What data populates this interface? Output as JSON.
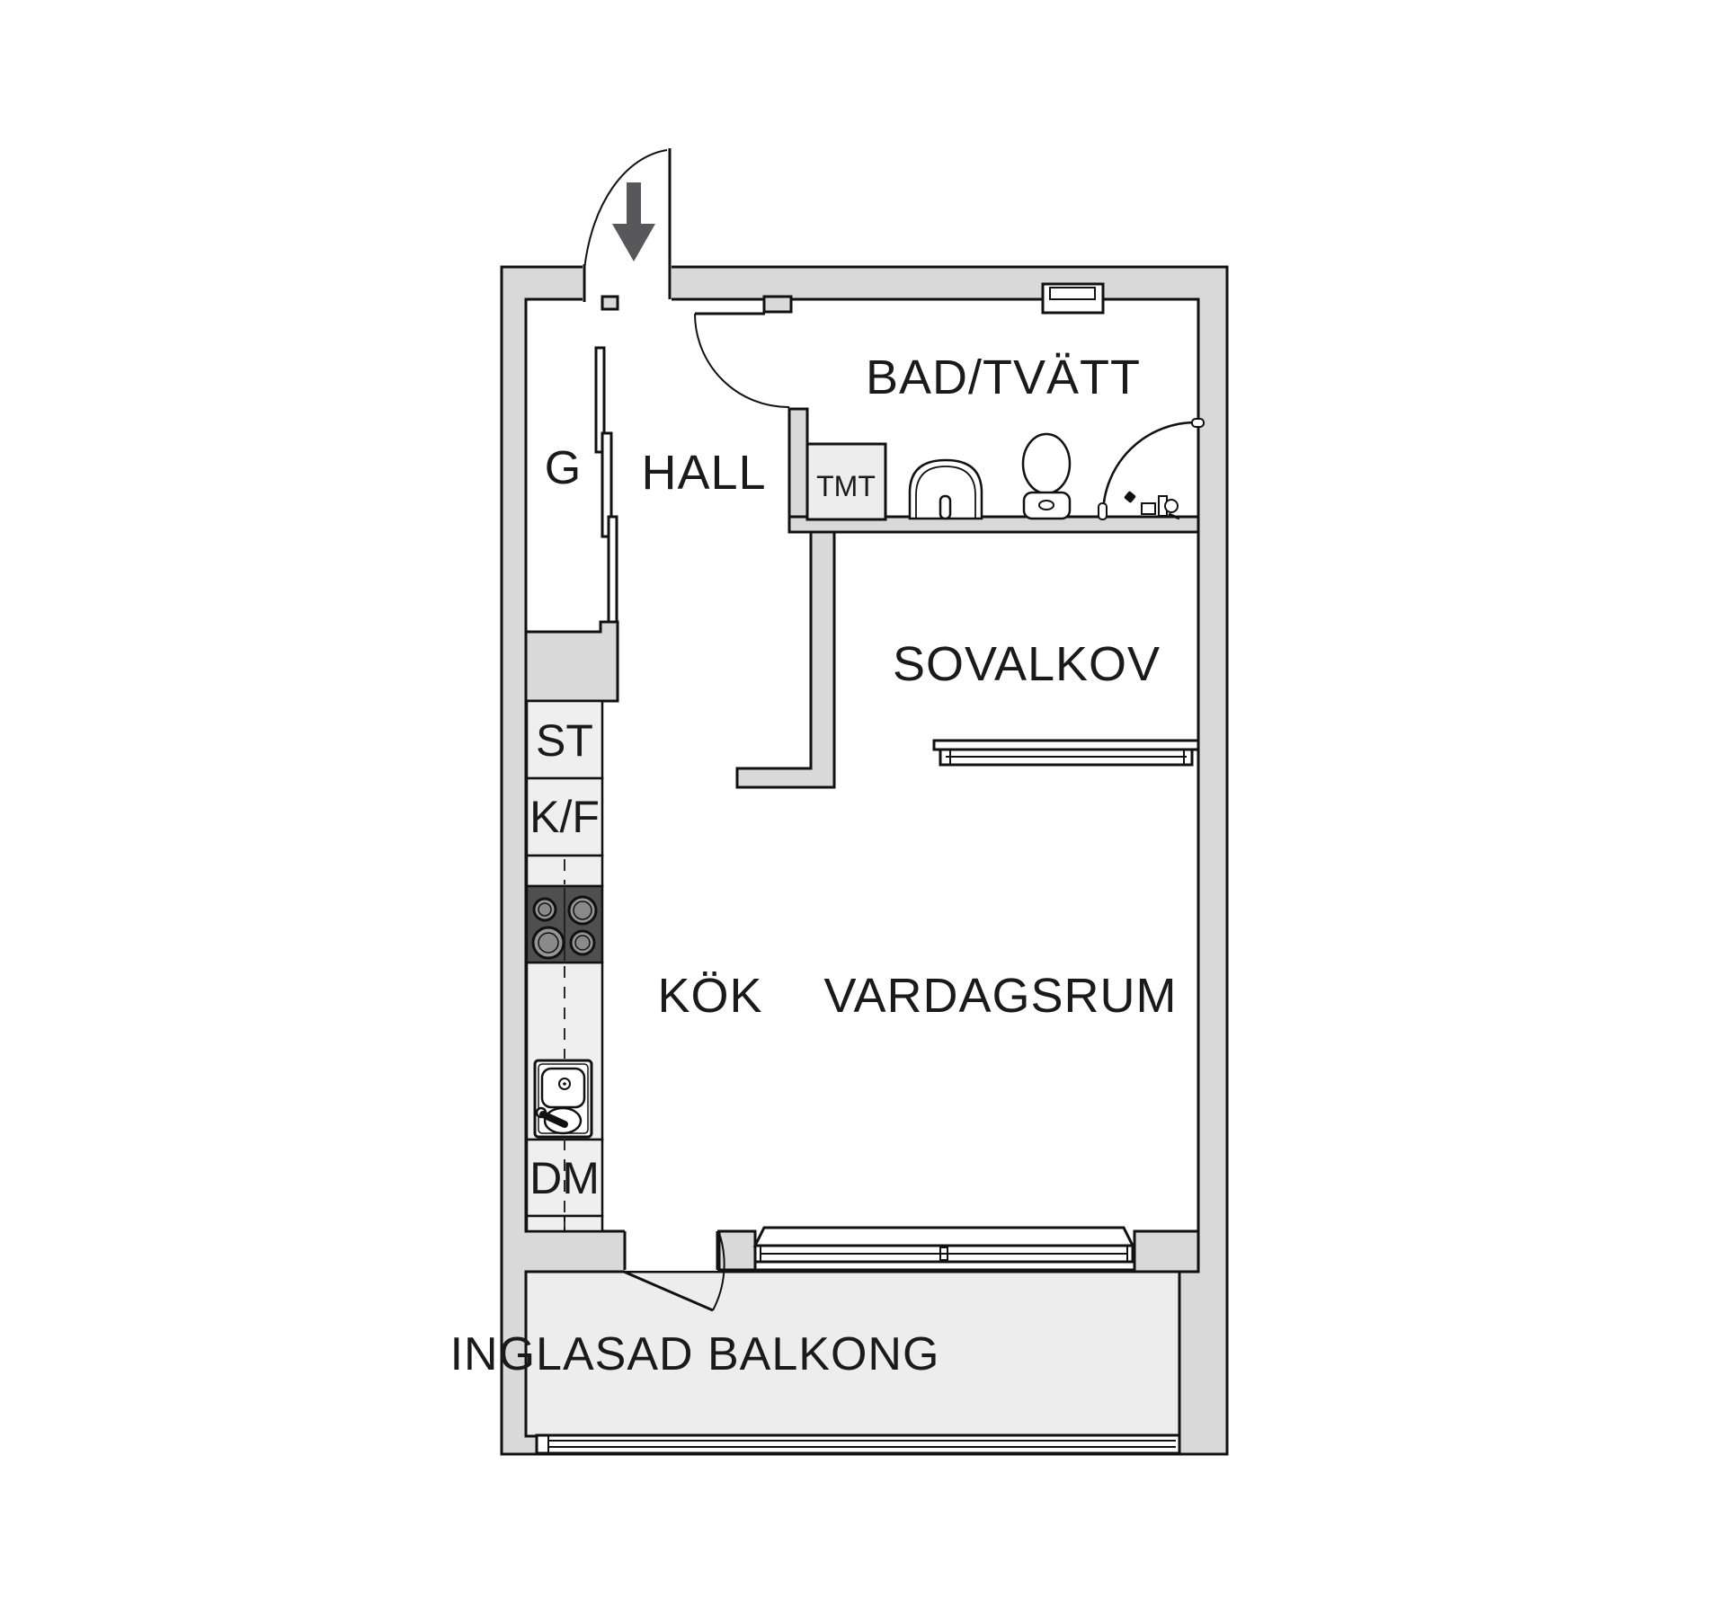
{
  "floor_plan": {
    "title": "apartment-floor-plan",
    "rooms": {
      "closet": "G",
      "hall": "HALL",
      "bathroom": "BAD/TVÄTT",
      "sleeping_alcove": "SOVALKOV",
      "kitchen": "KÖK",
      "living_room": "VARDAGSRUM",
      "balcony": "INGLASAD BALKONG"
    },
    "fixtures": {
      "tumble_dryer": "TMT",
      "tall_cabinet": "ST",
      "fridge_freezer": "K/F",
      "dishwasher": "DM"
    },
    "colors": {
      "wall_fill": "#d9d9d9",
      "cabinet_fill": "#efefef",
      "balcony_fill": "#ededed",
      "outline": "#111111",
      "stove_fill": "#4f4f4f",
      "burner_fill": "#969696",
      "entry_arrow": "#58585a",
      "background": "#ffffff"
    }
  }
}
